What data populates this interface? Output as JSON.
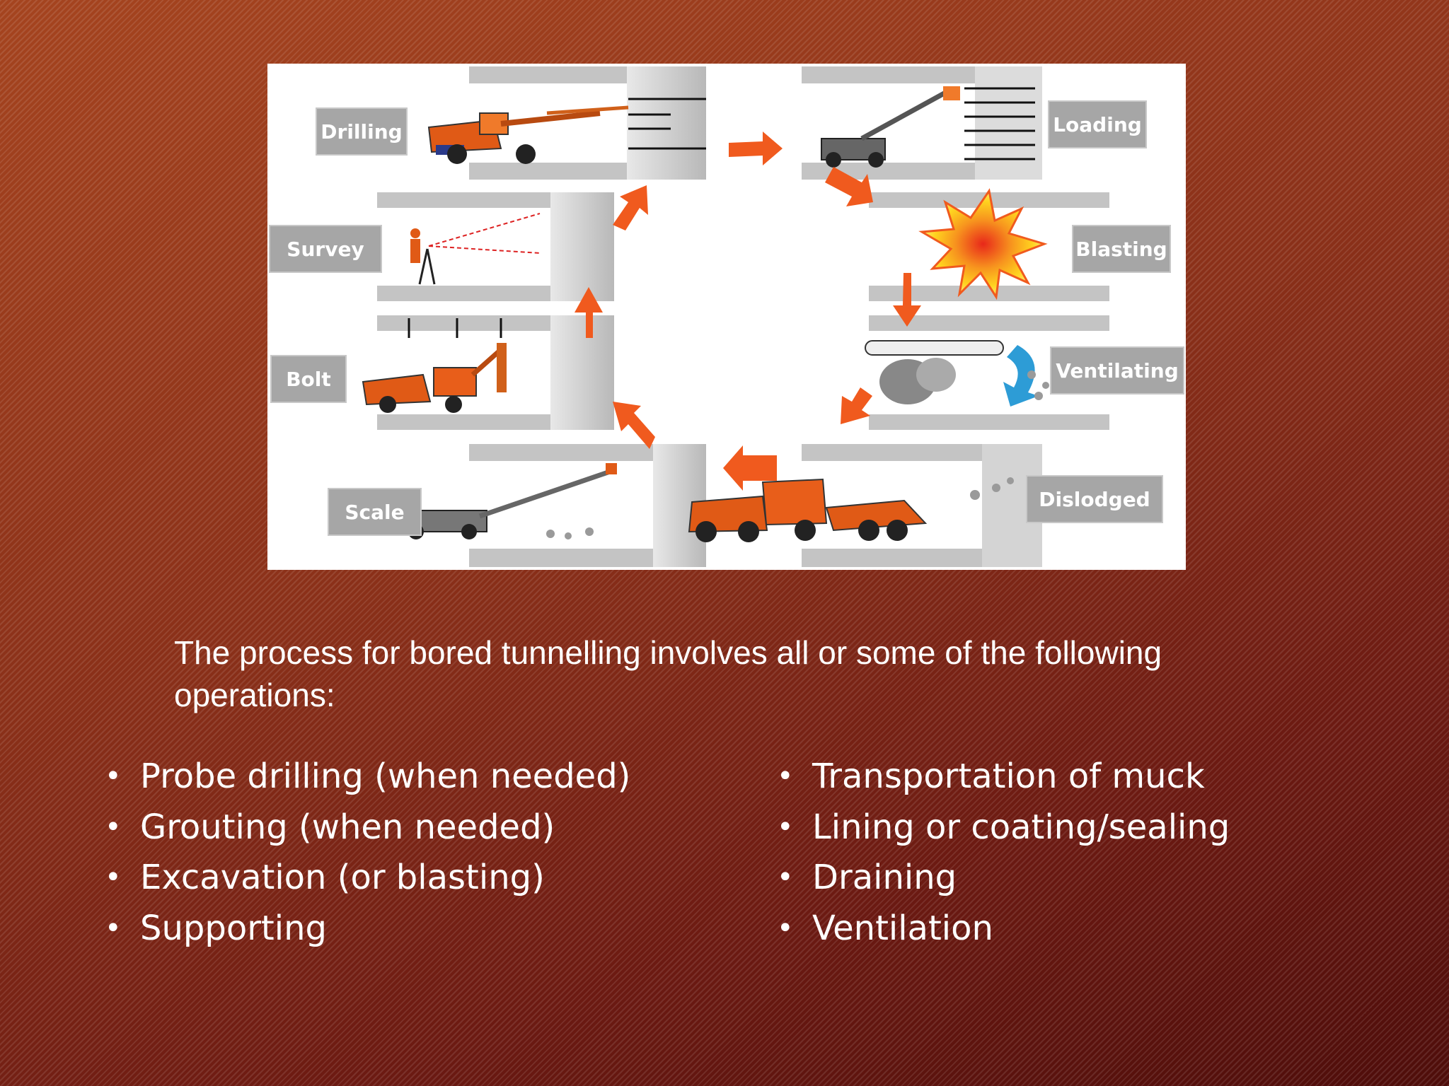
{
  "diagram": {
    "steps": {
      "drilling": "Drilling",
      "loading": "Loading",
      "blasting": "Blasting",
      "ventilating": "Ventilating",
      "dislodged": "Dislodged",
      "scale": "Scale",
      "bolt": "Bolt",
      "survey": "Survey"
    },
    "colors": {
      "arrow": "#f05a1e",
      "machine": "#e05a16",
      "tunnel": "#c4c4c4",
      "label_bg": "#a6a6a6",
      "vent_arrow": "#2d9cd6"
    }
  },
  "intro": "The process for bored tunnelling involves all or some of the following operations:",
  "bullets_left": [
    "Probe drilling (when needed)",
    "Grouting (when needed)",
    "Excavation (or blasting)",
    "Supporting"
  ],
  "bullets_right": [
    "Transportation of muck",
    "Lining or coating/sealing",
    "Draining",
    "Ventilation"
  ]
}
